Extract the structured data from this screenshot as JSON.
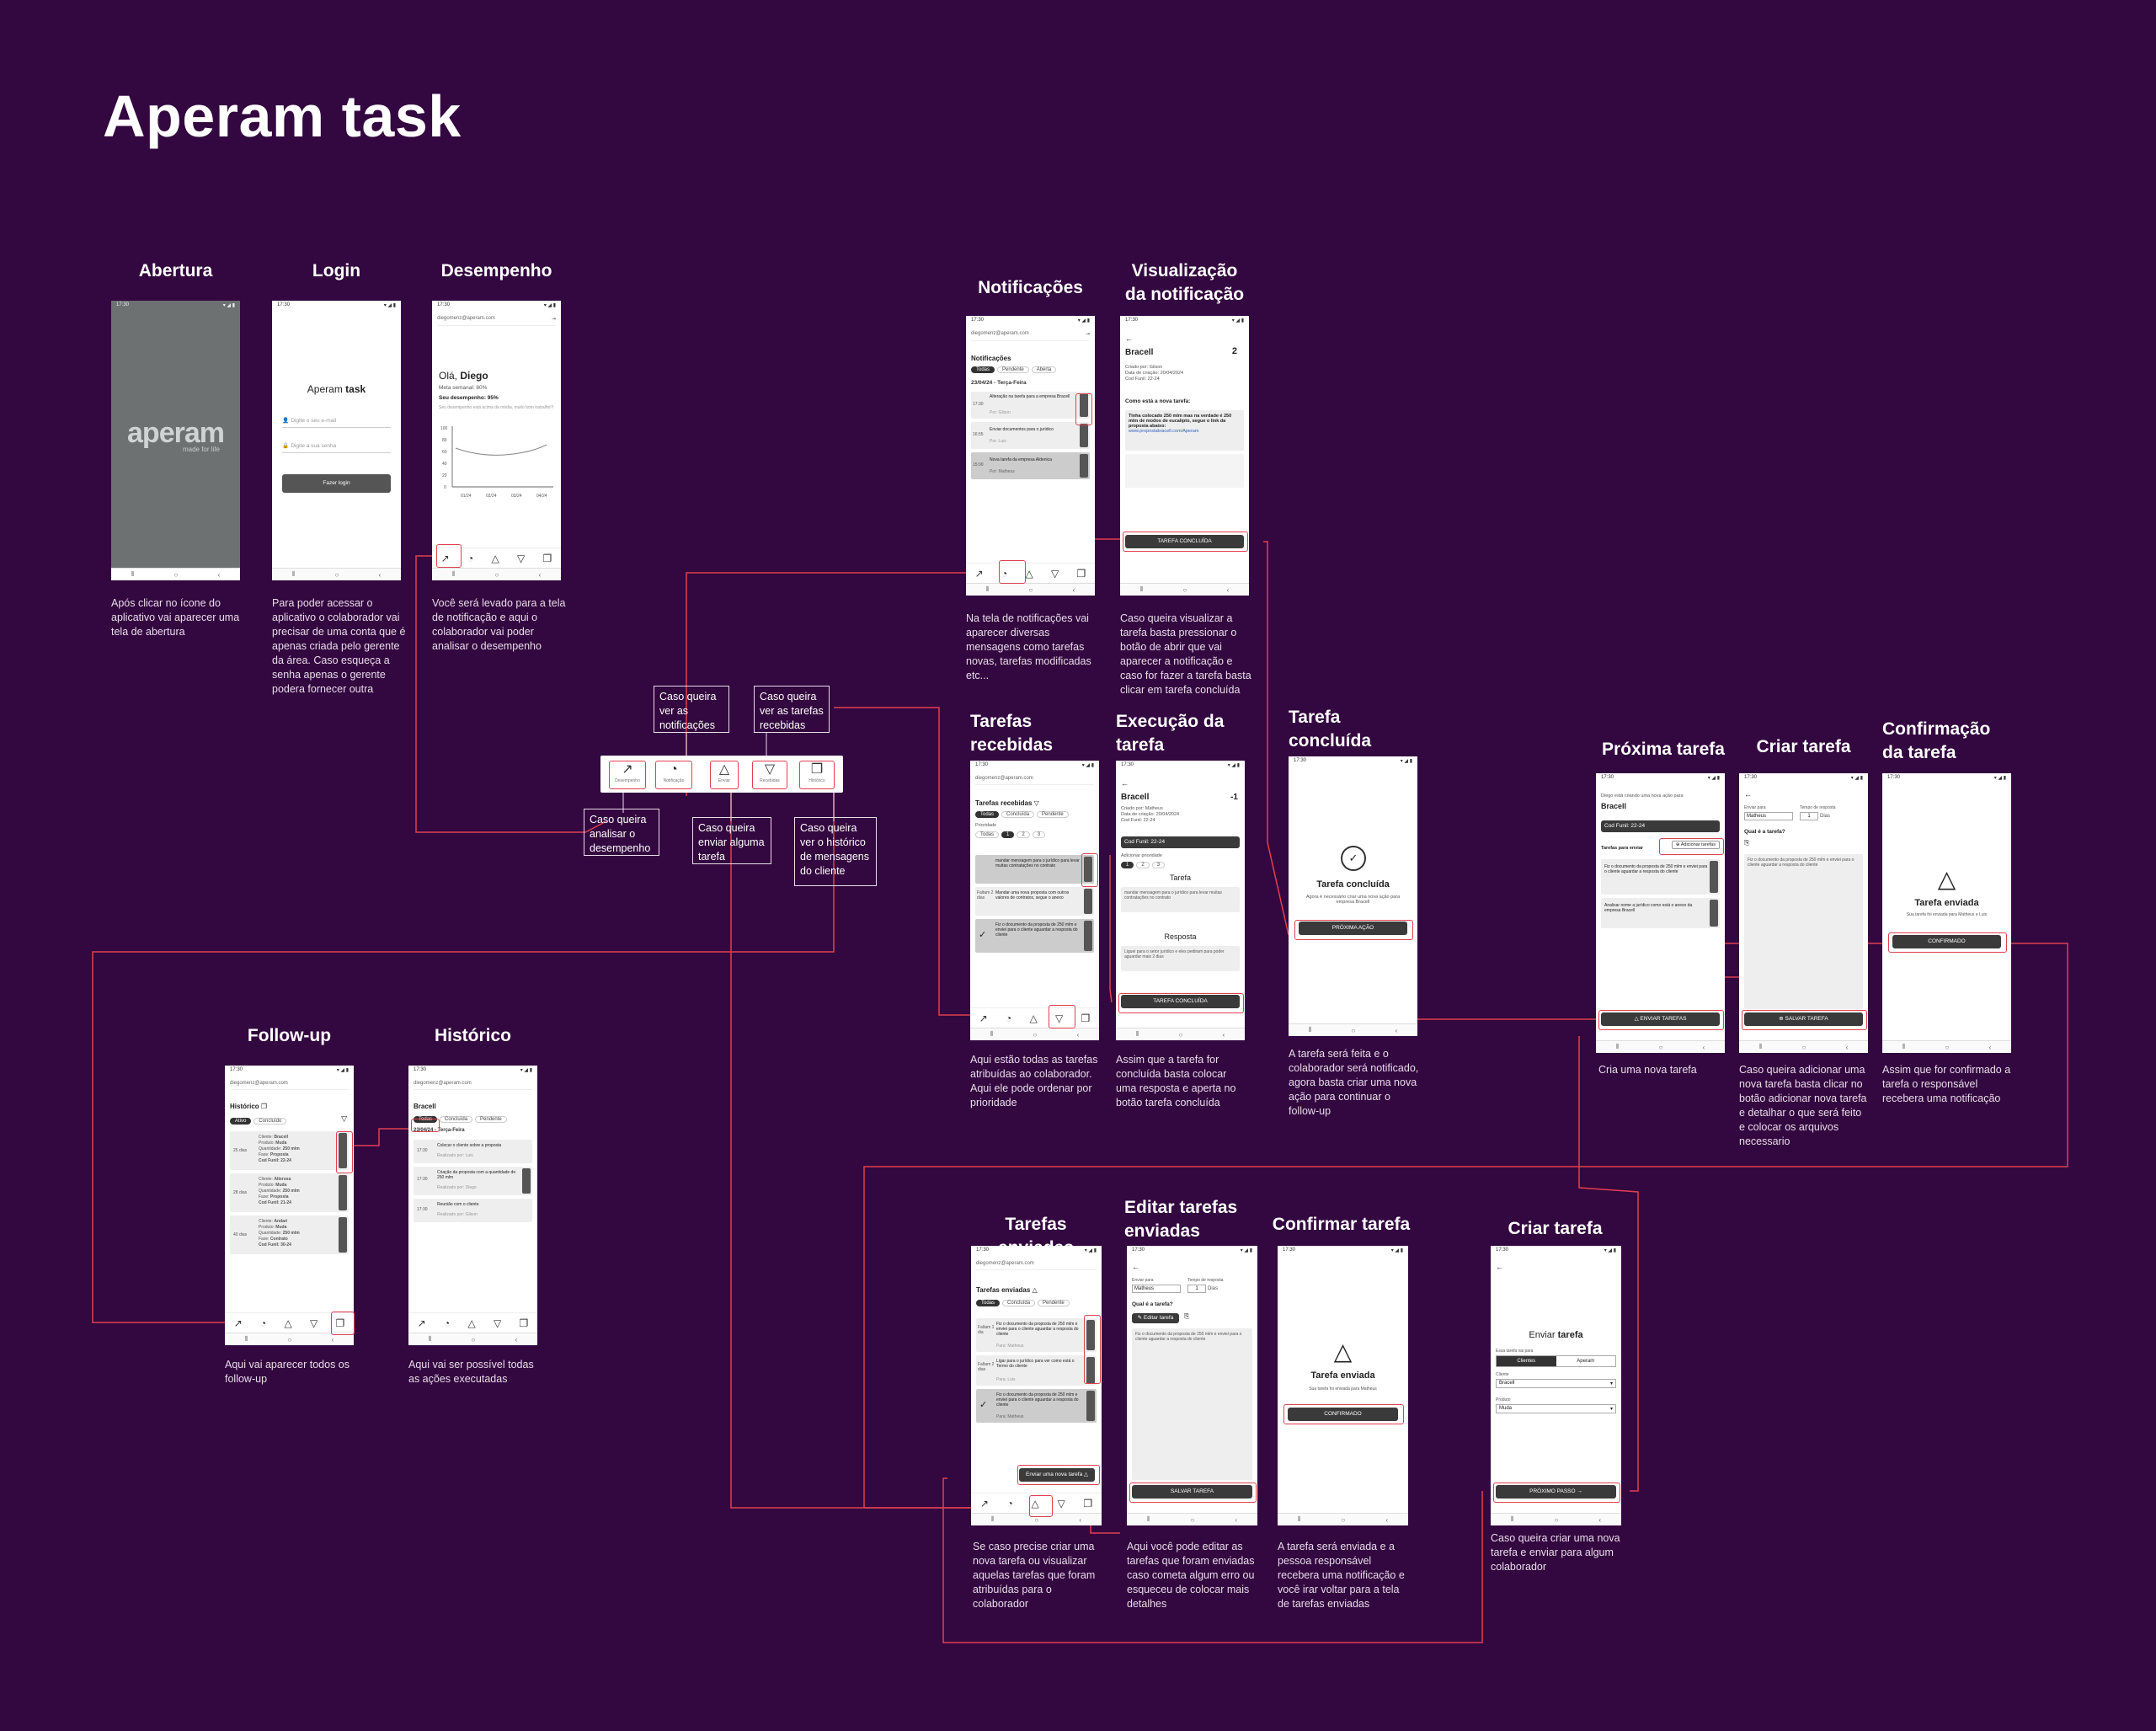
{
  "title": "Aperam task",
  "status_time": "17:30",
  "email": "diegomenz@aperam.com",
  "screens": {
    "abertura": {
      "title": "Abertura",
      "logo": "aperam",
      "tagline": "made for life",
      "desc": "Após clicar no ícone do aplicativo vai aparecer uma tela de abertura"
    },
    "login": {
      "title": "Login",
      "app_name_a": "Aperam ",
      "app_name_b": "task",
      "email_ph": "Digite o seu e-mail",
      "pass_ph": "Digite a sua senha",
      "button": "Fazer login",
      "desc": "Para poder acessar o aplicativo o colaborador vai precisar de uma conta que é apenas criada pelo gerente da área. Caso esqueça a senha apenas o gerente podera fornecer outra"
    },
    "desempenho": {
      "title": "Desempenho",
      "greeting": "Olá, ",
      "name": "Diego",
      "goal": "Meta semanal: 80%",
      "perf": "Seu desempenho: 95%",
      "note": "Seu desempenho está acima da média, muito bom trabalho!!!",
      "yticks": [
        "100",
        "80",
        "60",
        "40",
        "20",
        "0"
      ],
      "xticks": [
        "01/24",
        "02/24",
        "03/24",
        "04/24"
      ],
      "desc": "Você será levado para a tela de notificação e aqui o colaborador vai poder analisar o desempenho"
    },
    "notificacoes": {
      "title": "Notificações",
      "heading": "Notificações",
      "filters": [
        "Todas",
        "Pendente",
        "Aberta"
      ],
      "date": "23/04/24 - Terça-Feira",
      "items": [
        {
          "time": "17:30",
          "text": "Alteração na tarefa para a empresa Bracell",
          "by": "Por: Gilson"
        },
        {
          "time": "16:55",
          "text": "Enviar documentos para o jurídico",
          "by": "Por: Luis"
        },
        {
          "time": "15:00",
          "text": "Nova tarefa da empresa Aldenica",
          "by": "Por: Matheus"
        }
      ],
      "desc": "Na tela de notificações vai aparecer diversas mensagens como tarefas novas, tarefas modificadas etc..."
    },
    "visualizacao": {
      "title": "Visualização da notificação",
      "company": "Bracell",
      "count": "2",
      "meta1": "Criado por: Gilson",
      "meta2": "Data de criação: 20/04/2024",
      "meta3": "Cod Funil: 22-24",
      "question": "Como está a nova tarefa:",
      "body": "Tinha colocado 250 mlm mas na verdade é 250 mlm de modos de eucalipto, segue o link da proposta abaixo:",
      "link": "www.propostabracell.com/Aperam",
      "button": "TAREFA CONCLUÍDA",
      "desc": "Caso queira visualizar a tarefa basta pressionar o botão de abrir que vai aparecer a notificação e caso for fazer a tarefa basta clicar em tarefa concluída"
    },
    "recebidas": {
      "title": "Tarefas recebidas",
      "heading": "Tarefas recebidas",
      "filters": [
        "Todas",
        "Concluída",
        "Pendente"
      ],
      "prio_label": "Prioridade",
      "prio": [
        "Todas",
        "1",
        "2",
        "3"
      ],
      "items": [
        {
          "meta": "Faltam 1 dia",
          "text": "mandar mensagem para o jurídico para levar muitas contratações no contrato"
        },
        {
          "meta": "Faltam 2 dias",
          "text": "Mandar uma nova proposta com outros valores de contratos, segue o anexo"
        },
        {
          "meta": "",
          "text": "Fiz o documento da proposta de 250 mlm e enviei para o cliente aguardar a resposta do cliente"
        }
      ],
      "desc": "Aqui estão todas as tarefas atribuídas ao colaborador. Aqui ele pode ordenar por prioridade"
    },
    "execucao": {
      "title": "Execução da tarefa",
      "company": "Bracell",
      "count": "-1",
      "meta1": "Criado por: Matheus",
      "meta2": "Data de criação: 20/04/2024",
      "meta3": "Cod Funil: 22-24",
      "funnel": "Cod Funil: 22-24",
      "prio_label": "Adicionar prioridade",
      "tarefa": "Tarefa",
      "tarefa_text": "mandar mensagem para o jurídico para levar muitas contratações no contrato",
      "resposta": "Resposta",
      "resposta_text": "Liguei para o setor jurídico e eles pediram para poder aguardar mais 2 dias",
      "button": "TAREFA CONCLUÍDA",
      "desc": "Assim que a tarefa for concluída basta colocar uma resposta e aperta no botão tarefa concluída"
    },
    "concluida": {
      "title": "Tarefa concluída",
      "heading": "Tarefa concluída",
      "sub": "Agora é necessário criar uma nova ação para empresa Bracell",
      "button": "PRÓXIMA AÇÃO",
      "desc": "A tarefa será feita e o colaborador será notificado, agora basta criar uma nova ação para continuar o follow-up"
    },
    "proxima": {
      "title": "Próxima tarefa",
      "intro": "Diego está criando uma nova ação para",
      "company": "Bracell",
      "funnel": "Cod Funil: 22-24",
      "send_label": "Tarefas para enviar",
      "add": "Adicionar tarefas",
      "items": [
        "Fiz o documento da proposta de 250 mlm e enviei para o cliente aguardar a resposta do cliente",
        "Analisar nome a jurídico como está o anexo da empresa Bracell"
      ],
      "button": "ENVIAR TAREFAS",
      "desc": "Cria uma nova tarefa"
    },
    "criar1": {
      "title": "Criar tarefa",
      "send_to": "Enviar para",
      "to_value": "Matheus",
      "time_label": "Tempo de resposta",
      "time_value": "1",
      "days": "Dias",
      "question": "Qual é a tarefa?",
      "text": "Fiz o documento da proposta de 250 mlm e enviei para o cliente aguardar a resposta do cliente",
      "button": "SALVAR TAREFA",
      "desc": "Caso queira adicionar uma nova tarefa basta clicar no botão adicionar nova tarefa e detalhar o que será feito e colocar os arquivos necessario"
    },
    "confirmacao": {
      "title": "Confirmação da tarefa",
      "heading": "Tarefa enviada",
      "sub": "Sua tarefa foi enviada para Matheus e Luis",
      "button": "CONFIRMADO",
      "desc": "Assim que for confirmado a tarefa o responsável recebera uma notificação"
    },
    "followup": {
      "title": "Follow-up",
      "heading": "Histórico",
      "filters": [
        "Ativo",
        "Concluído"
      ],
      "items": [
        {
          "days": "25 dias",
          "cliente": "Bracell",
          "produto": "Muda",
          "qtd": "250 mlm",
          "fase": "Proposta",
          "funil": "22-24"
        },
        {
          "days": "28 dias",
          "cliente": "Alterosa",
          "produto": "Muda",
          "qtd": "250 mlm",
          "fase": "Proposta",
          "funil": "21-24"
        },
        {
          "days": "40 dias",
          "cliente": "Andari",
          "produto": "Muda",
          "qtd": "250 mlm",
          "fase": "Contrato",
          "funil": "30-24"
        }
      ],
      "desc": "Aqui vai aparecer todos os follow-up"
    },
    "historico": {
      "title": "Histórico",
      "company": "Bracell",
      "filters": [
        "Todas",
        "Concluída",
        "Pendente"
      ],
      "date": "23/04/24 - Terça-Feira",
      "items": [
        {
          "time": "17:30",
          "text": "Colocar o cliente sobre a proposta",
          "by": "Realizado por: Luis"
        },
        {
          "time": "17:30",
          "text": "Criação da proposta com a quantidade de 250 mlm",
          "by": "Realizado por: Diego"
        },
        {
          "time": "17:30",
          "text": "Reunião com o cliente",
          "by": "Realizado por: Gilson"
        }
      ],
      "desc": "Aqui vai ser possível todas as ações executadas"
    },
    "enviadas": {
      "title": "Tarefas enviadas",
      "heading": "Tarefas enviadas",
      "filters": [
        "Todas",
        "Concluída",
        "Pendente"
      ],
      "items": [
        {
          "meta": "Faltam 1 dia",
          "text": "Fiz o documento da proposta de 250 mlm e enviei para o cliente aguardar a resposta do cliente",
          "by": "Para: Matheus"
        },
        {
          "meta": "Faltam 2 dias",
          "text": "Ligar para o jurídico para ver como está o Termo do cliente",
          "by": "Para: Luis"
        },
        {
          "meta": "",
          "text": "Fiz o documento da proposta de 250 mlm e enviei para o cliente aguardar a resposta do cliente",
          "by": "Para: Matheus"
        }
      ],
      "button": "Enviar uma nova tarefa",
      "desc": "Se caso precise criar uma nova tarefa ou visualizar aquelas tarefas que foram atribuídas para o colaborador"
    },
    "editar": {
      "title": "Editar tarefas enviadas",
      "send_to": "Enviar para",
      "to_value": "Matheus",
      "time_label": "Tempo de resposta",
      "time_value": "1",
      "days": "Dias",
      "question": "Qual é a tarefa?",
      "edit": "Editar tarefa",
      "text": "Fiz o documento da proposta de 250 mlm e enviei para o cliente aguardar a resposta do cliente",
      "button": "SALVAR TAREFA",
      "desc": "Aqui você pode editar as tarefas que foram enviadas caso cometa algum erro ou esqueceu de colocar mais detalhes"
    },
    "confirmar": {
      "title": "Confirmar tarefa",
      "heading": "Tarefa enviada",
      "sub": "Sua tarefa foi enviada para Matheus",
      "button": "CONFIRMADO",
      "desc": "A tarefa será enviada e a pessoa responsável recebera uma notificação e você irar voltar para a tela de tarefas enviadas"
    },
    "criar2": {
      "title": "Criar tarefa",
      "heading_a": "Enviar ",
      "heading_b": "tarefa",
      "label": "Essa tarefa vai para",
      "tabs": [
        "Clientes",
        "Aperam"
      ],
      "client_label": "Cliente",
      "client": "Bracell",
      "product_label": "Produto",
      "product": "Muda",
      "button": "PRÓXIMO PASSO",
      "desc": "Caso queira criar uma nova tarefa e enviar para algum colaborador"
    }
  },
  "navbar": {
    "items": [
      "Desempenho",
      "Notificação",
      "Enviar",
      "Recebidas",
      "Histórico"
    ]
  },
  "callouts": {
    "notif": "Caso queira ver as notificações",
    "recebidas": "Caso queira ver as tarefas recebidas",
    "desempenho": "Caso queira analisar o desempenho",
    "enviar": "Caso queira enviar alguma tarefa",
    "historico": "Caso queira ver o histórico de mensagens do cliente"
  },
  "colors": {
    "bg": "#33073f",
    "line": "#e04050",
    "btn": "#3a3a3a"
  }
}
